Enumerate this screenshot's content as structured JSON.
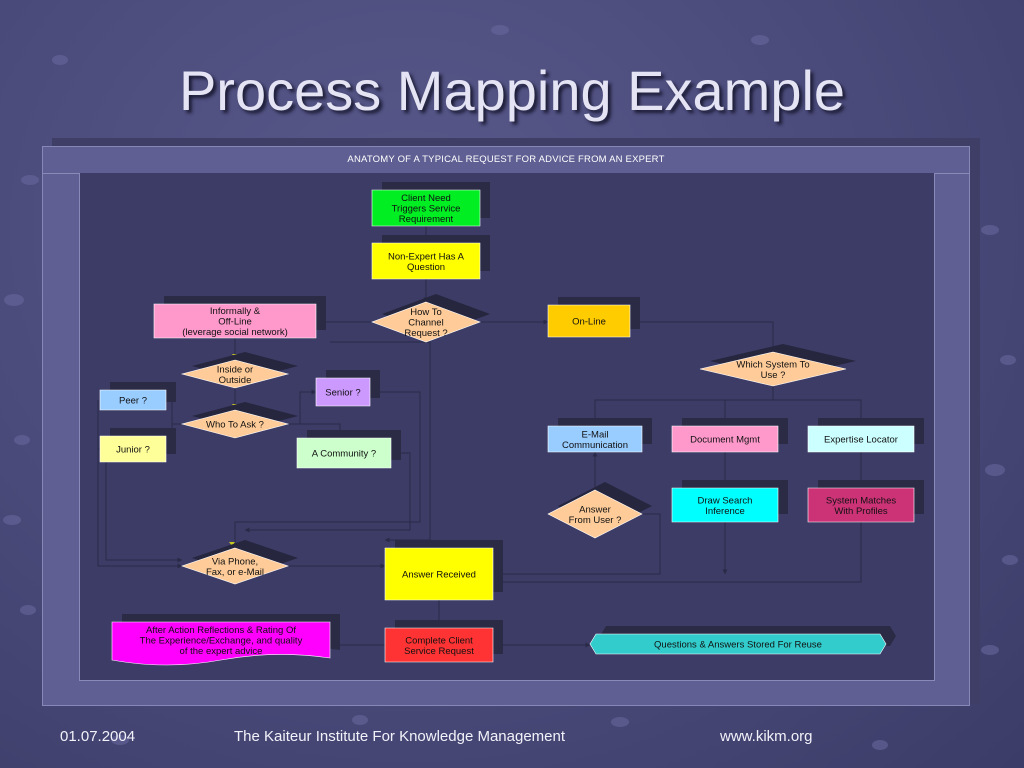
{
  "slide": {
    "title": "Process Mapping Example",
    "caption": "ANATOMY OF A TYPICAL REQUEST FOR ADVICE FROM AN EXPERT"
  },
  "footer": {
    "date": "01.07.2004",
    "institute": "The Kaiteur Institute For Knowledge Management",
    "url": "www.kikm.org"
  },
  "colors": {
    "background": "#4a4a7a",
    "frame": "#5f5f93",
    "connector": "#2a2a48"
  },
  "nodes": [
    {
      "id": "client-need",
      "shape": "rect",
      "fill": "#00ee22",
      "lines": [
        "Client Need",
        "Triggers Service",
        "Requirement"
      ]
    },
    {
      "id": "non-expert",
      "shape": "rect",
      "fill": "#ffff00",
      "lines": [
        "Non-Expert Has A",
        "Question"
      ]
    },
    {
      "id": "how-to-channel",
      "shape": "diamond",
      "fill": "#ffcc99",
      "lines": [
        "How To",
        "Channel",
        "Request ?"
      ]
    },
    {
      "id": "informally",
      "shape": "rect",
      "fill": "#ff99cc",
      "lines": [
        "Informally &",
        "Off-Line",
        "(leverage social network)"
      ]
    },
    {
      "id": "on-line",
      "shape": "rect",
      "fill": "#ffcc00",
      "lines": [
        "On-Line"
      ]
    },
    {
      "id": "inside-outside",
      "shape": "diamond",
      "fill": "#ffcc99",
      "lines": [
        "Inside or",
        "Outside"
      ]
    },
    {
      "id": "senior",
      "shape": "rect",
      "fill": "#cc99ff",
      "lines": [
        "Senior ?"
      ]
    },
    {
      "id": "peer",
      "shape": "rect",
      "fill": "#99ccff",
      "lines": [
        "Peer ?"
      ]
    },
    {
      "id": "who-to-ask",
      "shape": "diamond",
      "fill": "#ffcc99",
      "lines": [
        "Who To Ask ?"
      ]
    },
    {
      "id": "junior",
      "shape": "rect",
      "fill": "#ffff99",
      "lines": [
        "Junior ?"
      ]
    },
    {
      "id": "community",
      "shape": "rect",
      "fill": "#ccffcc",
      "lines": [
        "A Community ?"
      ]
    },
    {
      "id": "which-system",
      "shape": "diamond",
      "fill": "#ffcc99",
      "lines": [
        "Which System To",
        "Use ?"
      ]
    },
    {
      "id": "email",
      "shape": "rect",
      "fill": "#99ccff",
      "lines": [
        "E-Mail",
        "Communication"
      ]
    },
    {
      "id": "doc-mgmt",
      "shape": "rect",
      "fill": "#ff99cc",
      "lines": [
        "Document Mgmt"
      ]
    },
    {
      "id": "expertise-locator",
      "shape": "rect",
      "fill": "#ccffff",
      "lines": [
        "Expertise Locator"
      ]
    },
    {
      "id": "answer-from-user",
      "shape": "diamond",
      "fill": "#ffcc99",
      "lines": [
        "Answer",
        "From User ?"
      ]
    },
    {
      "id": "draw-search",
      "shape": "rect",
      "fill": "#00ffff",
      "lines": [
        "Draw Search",
        "Inference"
      ]
    },
    {
      "id": "system-matches",
      "shape": "rect",
      "fill": "#cc3377",
      "lines": [
        "System Matches",
        "With Profiles"
      ]
    },
    {
      "id": "via-phone",
      "shape": "diamond",
      "fill": "#ffcc99",
      "lines": [
        "Via Phone,",
        "Fax, or e-Mail"
      ]
    },
    {
      "id": "answer-received",
      "shape": "rect",
      "fill": "#ffff00",
      "lines": [
        "Answer Received"
      ]
    },
    {
      "id": "after-action",
      "shape": "wave",
      "fill": "#ff00ff",
      "lines": [
        "After Action Reflections & Rating Of",
        "The Experience/Exchange, and quality",
        "of the expert advice"
      ]
    },
    {
      "id": "complete-client",
      "shape": "rect",
      "fill": "#ff3333",
      "lines": [
        "Complete Client",
        "Service Request"
      ]
    },
    {
      "id": "qa-stored",
      "shape": "banner",
      "fill": "#33cccc",
      "lines": [
        "Questions & Answers  Stored For Reuse"
      ]
    }
  ]
}
